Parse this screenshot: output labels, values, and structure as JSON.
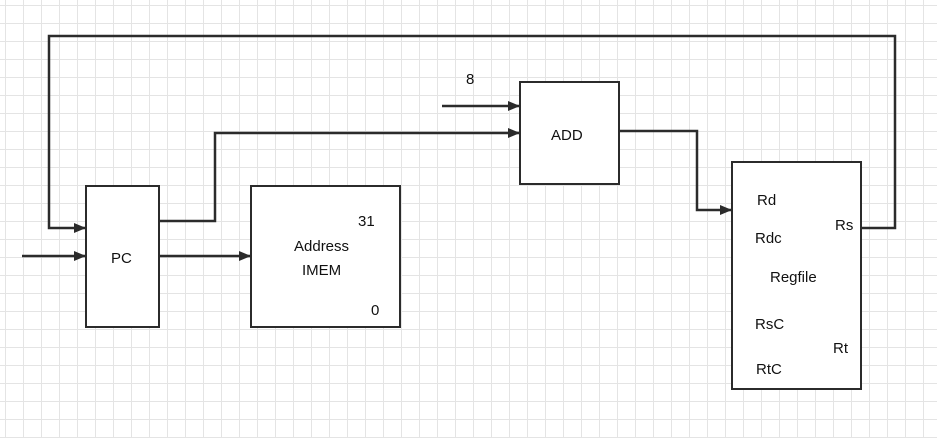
{
  "pc": {
    "label": "PC"
  },
  "imem": {
    "address_label": "Address",
    "name_label": "IMEM",
    "bit_high": "31",
    "bit_low": "0"
  },
  "adder": {
    "label": "ADD",
    "constant_input": "8"
  },
  "regfile": {
    "name_label": "Regfile",
    "port_rd": "Rd",
    "port_rdc": "Rdc",
    "port_rs": "Rs",
    "port_rsc": "RsC",
    "port_rt": "Rt",
    "port_rtc": "RtC"
  }
}
